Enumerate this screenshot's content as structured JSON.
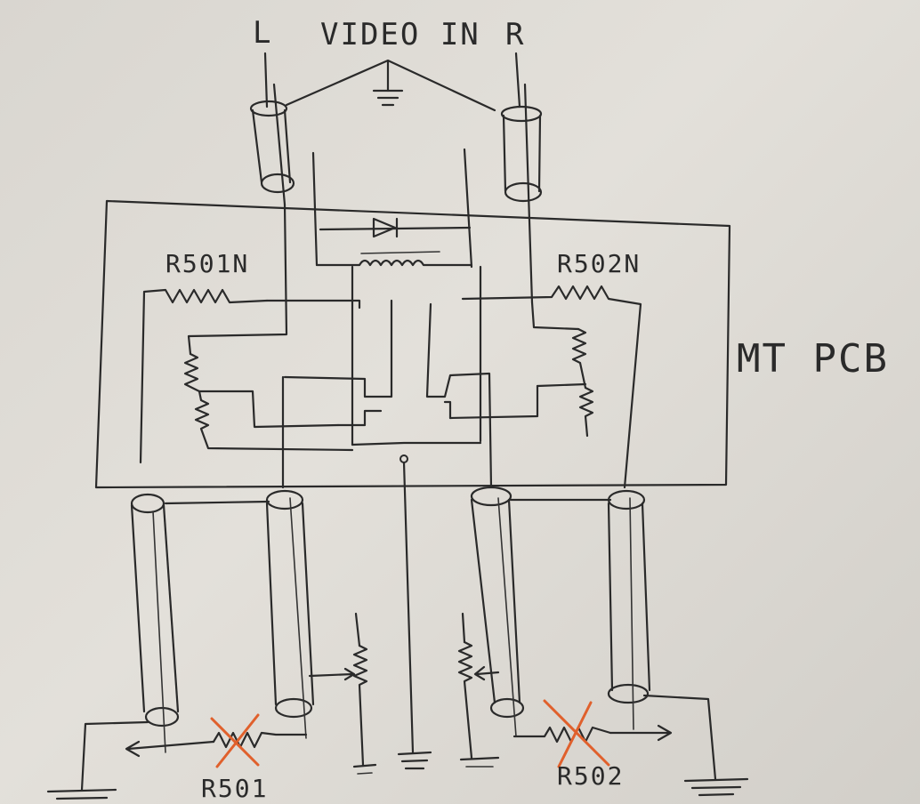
{
  "labels": {
    "left_channel": "L",
    "video_in": "VIDEO IN",
    "right_channel": "R",
    "pcb": "MT PCB",
    "r501n": "R501N",
    "r502n": "R502N",
    "r501": "R501",
    "r502": "R502"
  },
  "colors": {
    "ink": "#2a2a2a",
    "crossed_out": "#e0602c",
    "paper": "#dedbd5"
  },
  "crossed_out_components": [
    "R501",
    "R502"
  ]
}
